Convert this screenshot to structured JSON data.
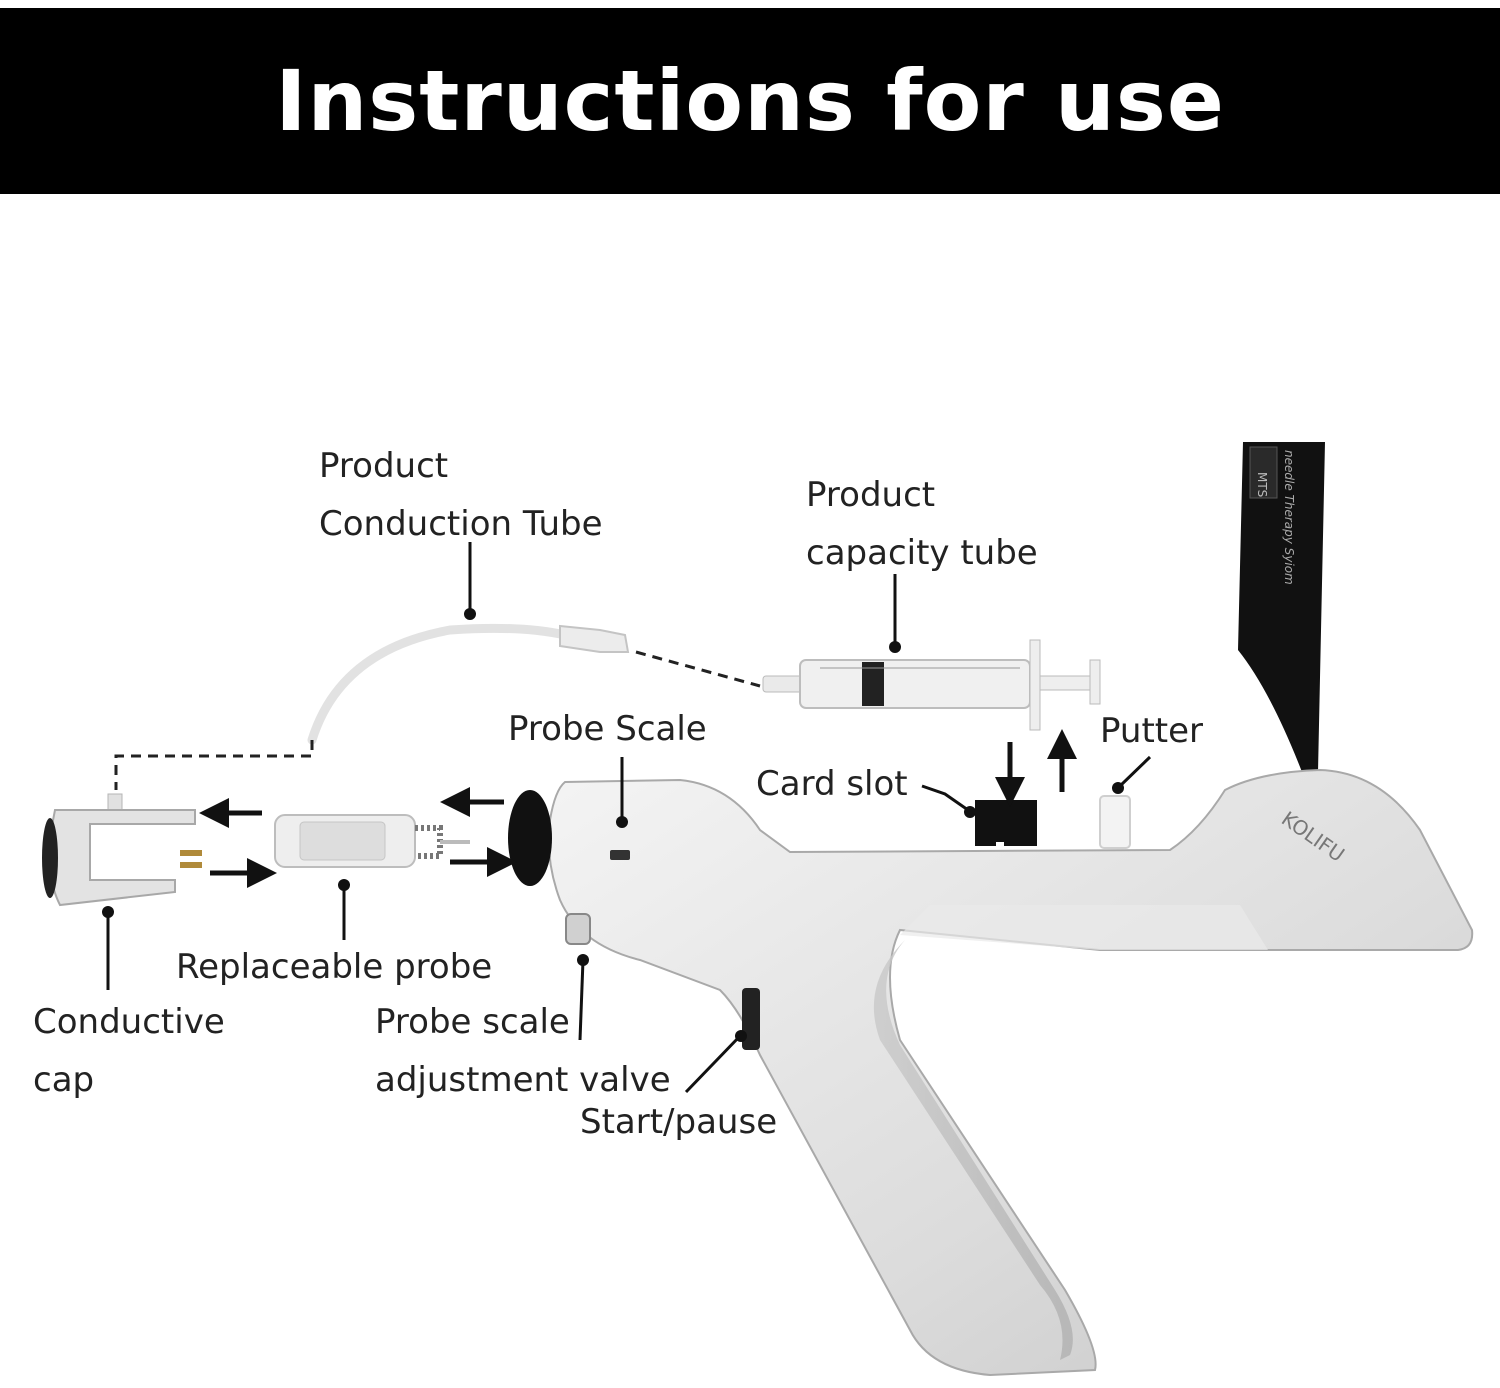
{
  "header": {
    "title": "Instructions for use"
  },
  "labels": {
    "conduction_tube": [
      "Product",
      "Conduction Tube"
    ],
    "capacity_tube": [
      "Product",
      "capacity tube"
    ],
    "probe_scale": "Probe Scale",
    "putter": "Putter",
    "card_slot": "Card slot",
    "replaceable_probe": "Replaceable probe",
    "conductive_cap": [
      "Conductive",
      "cap"
    ],
    "adjustment_valve": [
      "Probe scale",
      "adjustment valve"
    ],
    "start_pause": "Start/pause"
  },
  "device": {
    "brand": "KOLIFU",
    "card_tag": "MTS",
    "card_text": "needle Therapy Syiom"
  }
}
